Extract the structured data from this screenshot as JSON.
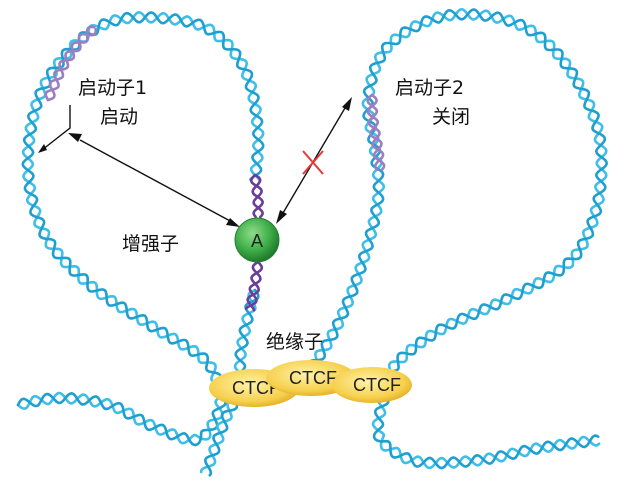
{
  "labels": {
    "promoter1": "启动子1",
    "promoter1_state": "启动",
    "promoter2": "启动子2",
    "promoter2_state": "关闭",
    "enhancer": "增强子",
    "insulator": "绝缘子",
    "activator": "A",
    "ctcf": [
      "CTCF",
      "CTCF",
      "CTCF"
    ]
  },
  "colors": {
    "dna": "#3fbfe8",
    "dna_dark": "#1f9fd0",
    "promoter_segment": "#9b7fc2",
    "enhancer_segment": "#6a3d99",
    "activator_fill": "#3fae49",
    "ctcf_fill": "#f6d04d",
    "blocked_mark": "#e53935",
    "arrow": "#111111"
  },
  "icons": {
    "activator": "activator-circle",
    "ctcf": "ctcf-ellipse",
    "blocked": "red-x-icon"
  }
}
